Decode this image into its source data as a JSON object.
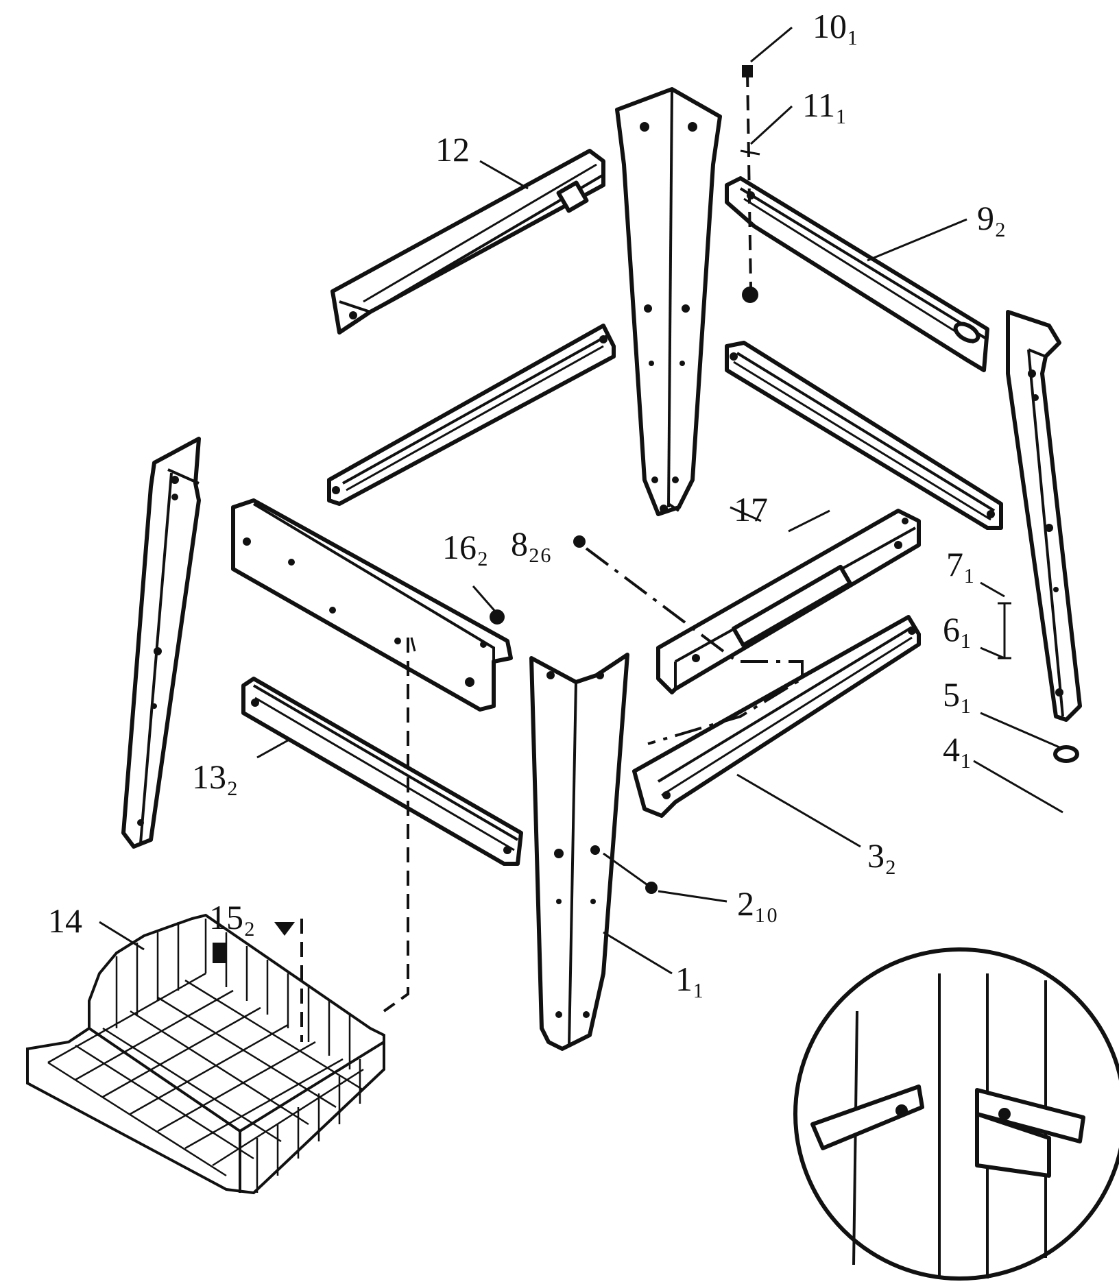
{
  "figure": {
    "callouts": [
      {
        "id": "1",
        "text": "1₁"
      },
      {
        "id": "2",
        "text": "2₁₀"
      },
      {
        "id": "3",
        "text": "3₂"
      },
      {
        "id": "4",
        "text": "4₁"
      },
      {
        "id": "5",
        "text": "5₁"
      },
      {
        "id": "6",
        "text": "6₁"
      },
      {
        "id": "7",
        "text": "7₁"
      },
      {
        "id": "8",
        "text": "8₂₆"
      },
      {
        "id": "9",
        "text": "9₂"
      },
      {
        "id": "10",
        "text": "10₁"
      },
      {
        "id": "11",
        "text": "11₁"
      },
      {
        "id": "12",
        "text": "12"
      },
      {
        "id": "13",
        "text": "13₂"
      },
      {
        "id": "14",
        "text": "14"
      },
      {
        "id": "15",
        "text": "15₂"
      },
      {
        "id": "16",
        "text": "16₂"
      },
      {
        "id": "17",
        "text": "17"
      }
    ]
  }
}
